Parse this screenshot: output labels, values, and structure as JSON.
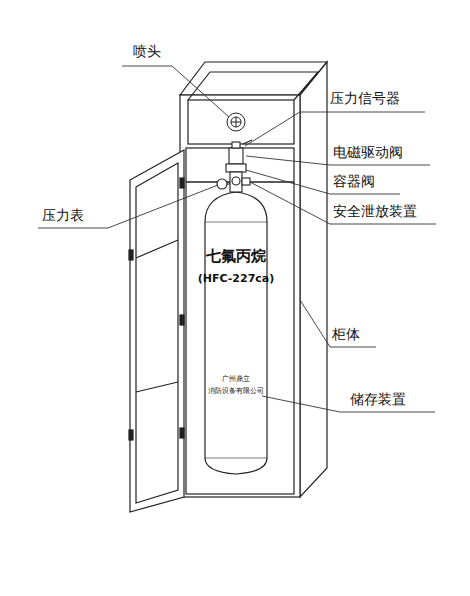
{
  "diagram": {
    "labels": [
      "喷头",
      "压力信号器",
      "电磁驱动阀",
      "容器阀",
      "压力表",
      "安全泄放装置",
      "七氟丙烷",
      "(HFC-227ca)",
      "柜体",
      "广州鼎立",
      "消防设备有限公司",
      "储存装置"
    ]
  }
}
